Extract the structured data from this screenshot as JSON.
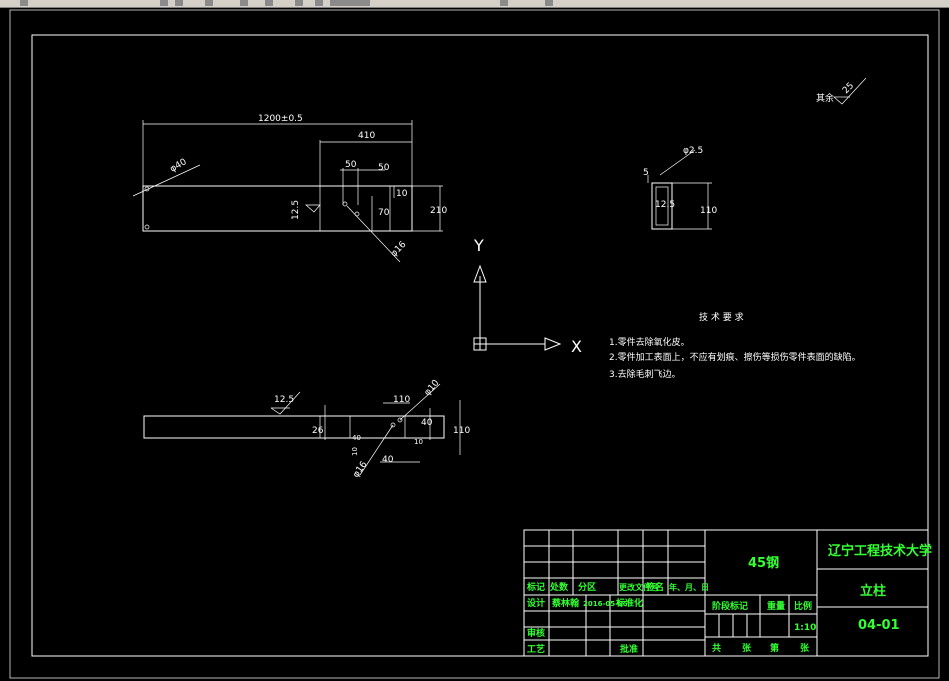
{
  "toolbar": {
    "icons": [
      "window-icon",
      "open-icon",
      "undo-icon",
      "redo-icon",
      "layer-icon",
      "match-icon",
      "color-icon",
      "linetype-icon",
      "lineweight-icon",
      "plot-icon",
      "close-icon"
    ]
  },
  "drawing": {
    "roughness_label": "其余",
    "roughness_value": "25",
    "axis_y": "Y",
    "axis_x": "X",
    "front_view": {
      "total_length": "1200±0.5",
      "len_410": "410",
      "len_50": "50",
      "len_50b": "50",
      "dia_40": "φ40",
      "dia_16": "φ16",
      "h_210": "210",
      "h_70": "70",
      "h_10": "10",
      "rough_125": "12.5"
    },
    "side_view": {
      "dia_25": "φ2.5",
      "dim_5": "5",
      "rough_125": "12.5",
      "h_110": "110"
    },
    "bottom_view": {
      "rough_125": "12.5",
      "dim_26": "26",
      "dim_110": "110",
      "dim_40": "40",
      "dim_40b": "40",
      "dim_10": "10",
      "dim_10b": "10",
      "dim_110b": "110",
      "dia_16": "φ16",
      "dia_10": "φ10",
      "dim_40c": "40"
    },
    "tech_title": "技 术 要 求",
    "tech_items": [
      "1.零件去除氧化皮。",
      "2.零件加工表面上，不应有划痕、擦伤等损伤零件表面的缺陷。",
      "3.去除毛刺飞边。"
    ]
  },
  "title_block": {
    "material": "45钢",
    "university": "辽宁工程技术大学",
    "part_name": "立柱",
    "drawing_no": "04-01",
    "scale": "1:10",
    "row_labels": {
      "mark": "标记",
      "count": "处数",
      "zone": "分区",
      "change_doc": "更改文件号",
      "sign": "签名",
      "date": "年、月、日",
      "design": "设计",
      "designer": "蔡林翰",
      "design_date": "2016-05-05",
      "standard": "标准化",
      "review": "审核",
      "process": "工艺",
      "approve": "批准",
      "stage_mark": "阶段标记",
      "weight": "重量",
      "ratio": "比例",
      "total": "共",
      "sheets": "张",
      "page": "第",
      "page_end": "张"
    }
  }
}
